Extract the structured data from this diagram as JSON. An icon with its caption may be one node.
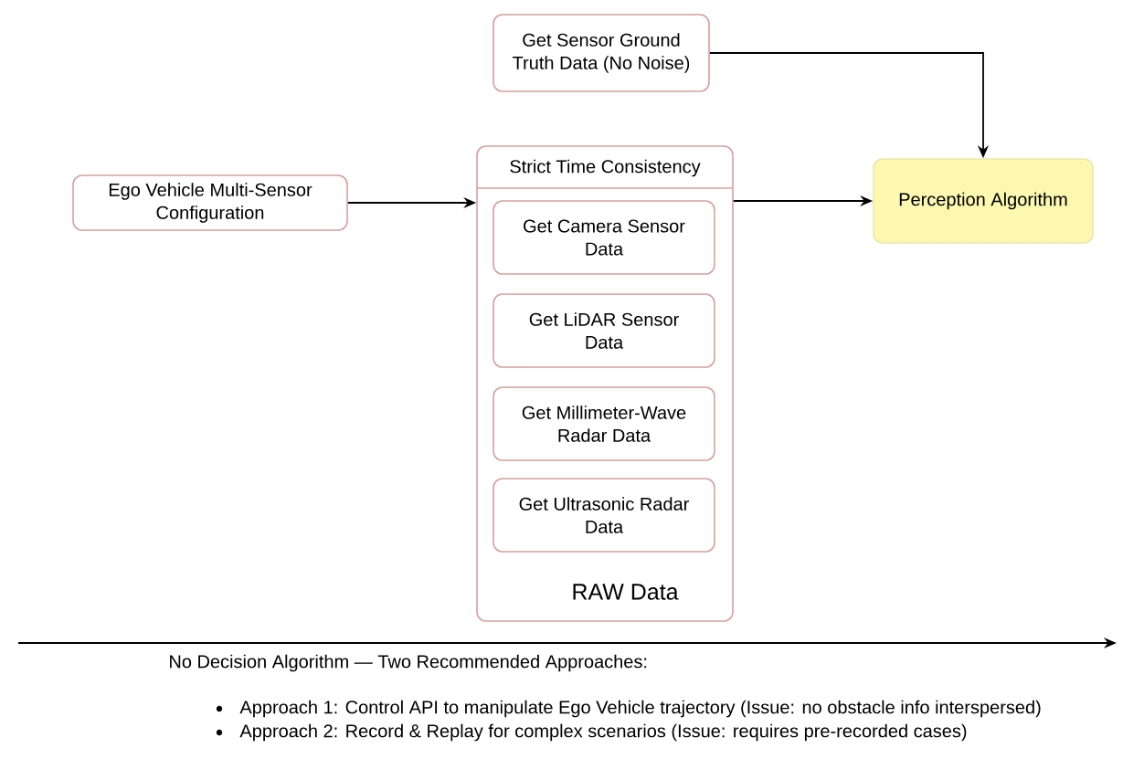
{
  "diagram": {
    "nodes": [
      {
        "text": [
          "Get Sensor Ground Truth Data (No Noise)"
        ]
      },
      {
        "text": [
          "Ego Vehicle Multi-Sensor Configuration"
        ]
      },
      {
        "text": [
          "Strict Time Consistency",
          "RAW Data"
        ]
      },
      {
        "text": [
          "Get Camera Sensor Data"
        ],
        "in": 2
      },
      {
        "text": [
          "Get LiDAR Sensor Data"
        ],
        "in": 2
      },
      {
        "text": [
          "Get Millimeter-Wave Radar Data"
        ],
        "in": 2
      },
      {
        "text": [
          "Get Ultrasonic Radar Data"
        ],
        "in": 2
      },
      {
        "text": [
          "Perception Algorithm"
        ]
      }
    ],
    "edges": [
      {
        "from": 0,
        "to": 7,
        "arrow": "to"
      },
      {
        "from": 1,
        "to": 2,
        "arrow": "to"
      },
      {
        "from": 2,
        "to": 7,
        "arrow": "to"
      }
    ],
    "labels": [
      "No Decision Algorithm — Two Recommended Approaches:",
      "Approach 1: Control API to manipulate Ego Vehicle trajectory (Issue: no obstacle info interspersed)",
      "Approach 2: Record & Replay for complex scenarios (Issue: requires pre-recorded cases)"
    ]
  }
}
